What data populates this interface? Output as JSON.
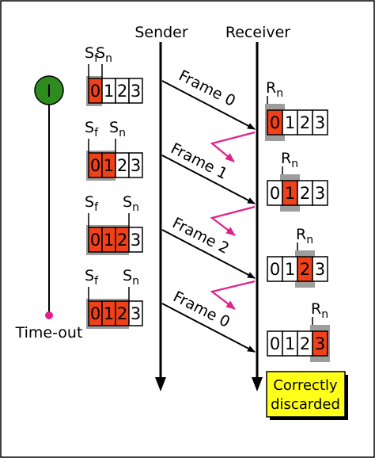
{
  "headers": {
    "sender": "Sender",
    "receiver": "Receiver"
  },
  "timer": {
    "symbol": "I",
    "timeout_label": "Time-out"
  },
  "sender_labels": {
    "sf_main": "S",
    "sf_sub": "f",
    "sn_main": "S",
    "sn_sub": "n"
  },
  "receiver_label": {
    "main": "R",
    "sub": "n"
  },
  "seq_numbers": [
    "0",
    "1",
    "2",
    "3"
  ],
  "frames": [
    "Frame 0",
    "Frame 1",
    "Frame 2",
    "Frame 0"
  ],
  "sender_windows": [
    {
      "sf": 0,
      "sn": 1
    },
    {
      "sf": 0,
      "sn": 2
    },
    {
      "sf": 0,
      "sn": 3
    },
    {
      "sf": 0,
      "sn": 3
    }
  ],
  "receiver_states": [
    0,
    1,
    2,
    3
  ],
  "note": {
    "line1": "Correctly",
    "line2": "discarded"
  },
  "colors": {
    "highlight": "#f0411a",
    "window_shade": "#9d9d9d",
    "ack_arrow": "#e0218a",
    "note_bg": "#ffff1a",
    "timer_fill": "#2e8b1e",
    "timeout_dot": "#e0218a"
  }
}
